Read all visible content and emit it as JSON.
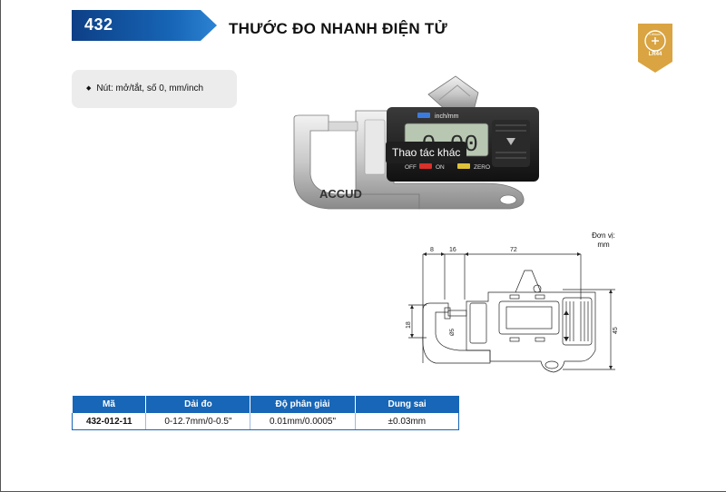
{
  "header": {
    "number": "432",
    "title": "THƯỚC ĐO NHANH ĐIỆN TỬ",
    "banner_color": "#1766b7"
  },
  "badge": {
    "icon": "battery-icon",
    "top_text": "Lithium",
    "label": "LR44",
    "color": "#d9a441"
  },
  "features": [
    {
      "text": "Nút: mở/tắt, số 0, mm/inch"
    }
  ],
  "photo": {
    "display_value": "0.00",
    "units": "inch/mm",
    "brand": "ACCUD",
    "buttons": [
      "OFF",
      "ON",
      "ZERO"
    ],
    "tooltip": "Thao tác khác"
  },
  "diagram": {
    "unit_label_line1": "Đơn vị:",
    "unit_label_line2": "mm",
    "dims": {
      "d8": "8",
      "d16": "16",
      "d72": "72",
      "d18": "18",
      "d45": "45",
      "d5": "Ø5"
    }
  },
  "table": {
    "headers": [
      "Mã",
      "Dải đo",
      "Độ phân giải",
      "Dung sai"
    ],
    "rows": [
      [
        "432-012-11",
        "0-12.7mm/0-0.5\"",
        "0.01mm/0.0005\"",
        "±0.03mm"
      ]
    ]
  }
}
